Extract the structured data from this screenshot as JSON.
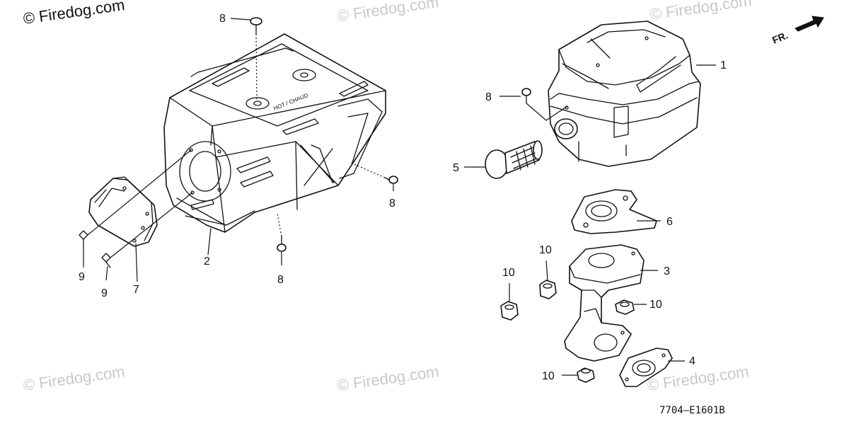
{
  "watermarks": {
    "top_left": "© Firedog.com",
    "top_center": "© Firedog.com",
    "top_right": "© Firedog.com",
    "bottom_left": "© Firedog.com",
    "bottom_center": "© Firedog.com",
    "bottom_right": "© Firedog.com"
  },
  "direction_label": "FR.",
  "housing_marking": "HOT / CHAUD",
  "diagram_code": "7704—E1601B",
  "callouts": {
    "c1": "1",
    "c2": "2",
    "c3": "3",
    "c4": "4",
    "c5": "5",
    "c6": "6",
    "c7": "7",
    "c8_top": "8",
    "c8_right": "8",
    "c8_bottom": "8",
    "c8_muffler": "8",
    "c9_left": "9",
    "c9_right": "9",
    "c10_a": "10",
    "c10_b": "10",
    "c10_c": "10",
    "c10_d": "10"
  }
}
